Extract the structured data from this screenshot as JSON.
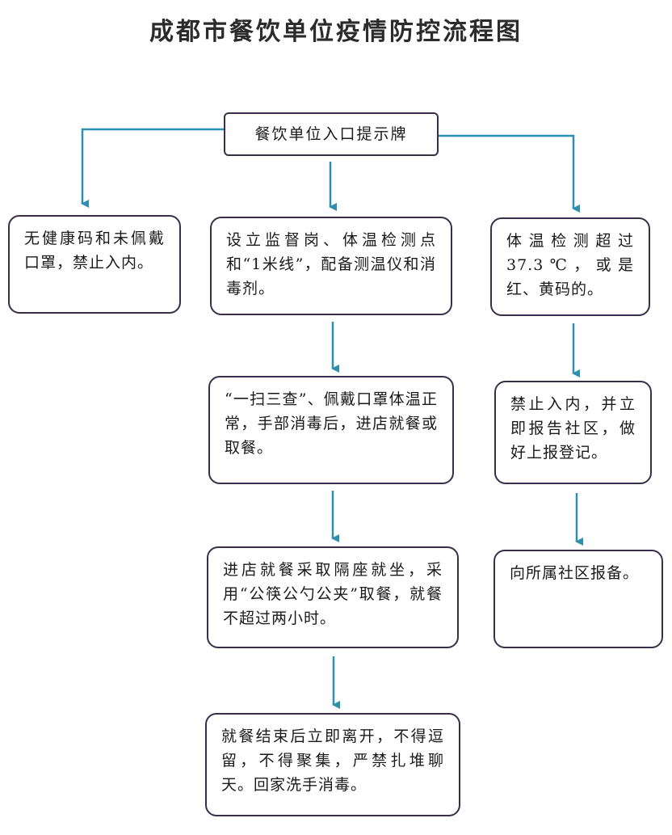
{
  "title": "成都市餐饮单位疫情防控流程图",
  "nodes": {
    "entry": "餐饮单位入口提示牌",
    "no_code": "无健康码和未佩戴口罩，禁止入内。",
    "setup": "设立监督岗、体温检测点和“1米线”，配备测温仪和消毒剂。",
    "fever": "体温检测超过37.3℃，或是红、黄码的。",
    "scan": "“一扫三查”、佩戴口罩体温正常，手部消毒后，进店就餐或取餐。",
    "deny_report": "禁止入内，并立即报告社区，做好上报登记。",
    "seating": "进店就餐采取隔座就坐，采用“公筷公勺公夹”取餐，就餐不超过两小时。",
    "community": "向所属社区报备。",
    "leave": "就餐结束后立即离开，不得逗留，不得聚集，严禁扎堆聊天。回家洗手消毒。"
  },
  "colors": {
    "arrow": "#2f8fae",
    "border": "#3a2f4a"
  }
}
